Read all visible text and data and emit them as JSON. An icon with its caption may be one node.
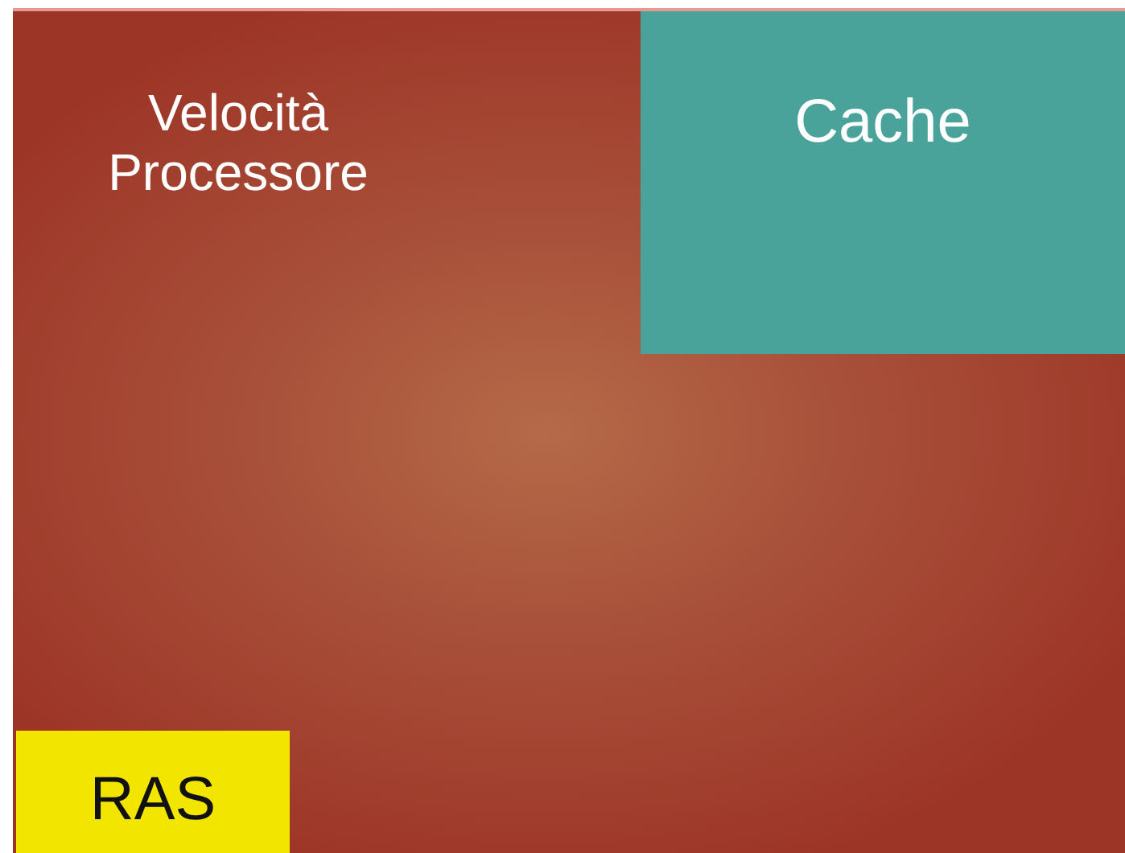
{
  "diagram": {
    "nodes": [
      {
        "text": [
          "Velocità Processore"
        ]
      },
      {
        "text": [
          "Cache"
        ],
        "in": 0
      },
      {
        "text": [
          "RAS"
        ],
        "in": 0
      }
    ]
  }
}
